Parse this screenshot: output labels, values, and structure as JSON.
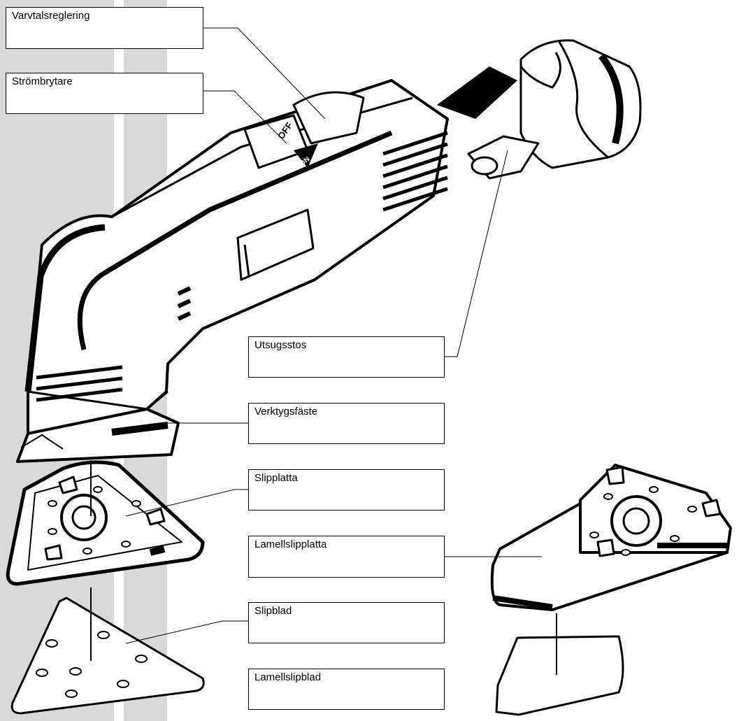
{
  "labels": {
    "speed_control": "Varvtalsreglering",
    "power_switch": "Strömbrytare",
    "dust_port": "Utsugsstos",
    "tool_mount": "Verktygsfäste",
    "sanding_pad": "Slipplatta",
    "lamella_pad": "Lamellslipplatta",
    "sanding_sheet": "Slipblad",
    "lamella_sheet": "Lamellslipblad"
  },
  "switch_markings": {
    "off": "OFF",
    "on": "ON"
  },
  "colors": {
    "background": "#ffffff",
    "stripe": "#d9d9d9",
    "ink": "#000000"
  }
}
